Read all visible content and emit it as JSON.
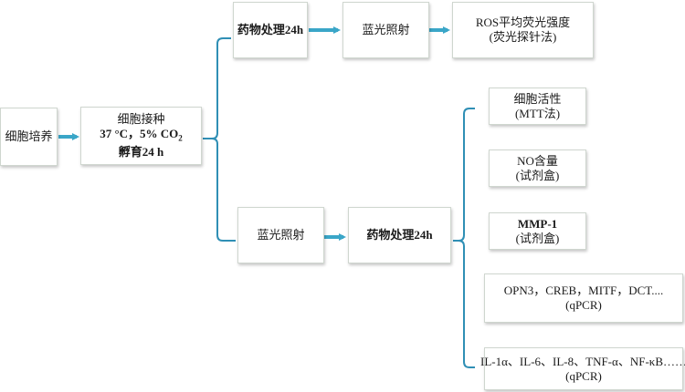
{
  "colors": {
    "arrow": "#3aa6c8",
    "bracket": "#2f8fb5"
  },
  "nodes": {
    "culture": {
      "label": "细胞培养"
    },
    "seeding": {
      "line1": "细胞接种",
      "line2": "37 °C，5% CO",
      "line2_sub": "2",
      "line3": "孵育24 h"
    },
    "top_drug": {
      "label": "药物处理24h"
    },
    "top_blue": {
      "label": "蓝光照射"
    },
    "ros": {
      "line1": "ROS平均荧光强度",
      "line2": "(荧光探针法)"
    },
    "bottom_blue": {
      "label": "蓝光照射"
    },
    "bottom_drug": {
      "label": "药物处理24h"
    },
    "viability": {
      "line1": "细胞活性",
      "line2": "(MTT法)"
    },
    "no": {
      "line1": "NO含量",
      "line2": "(试剂盒)"
    },
    "mmp": {
      "line1": "MMP-1",
      "line2": "(试剂盒)"
    },
    "opn3": {
      "line1": "OPN3，CREB，MITF，DCT....",
      "line2": "(qPCR)"
    },
    "il": {
      "line1": "IL-1α、IL-6、IL-8、TNF-α、NF-κB……",
      "line2": "(qPCR)"
    }
  }
}
